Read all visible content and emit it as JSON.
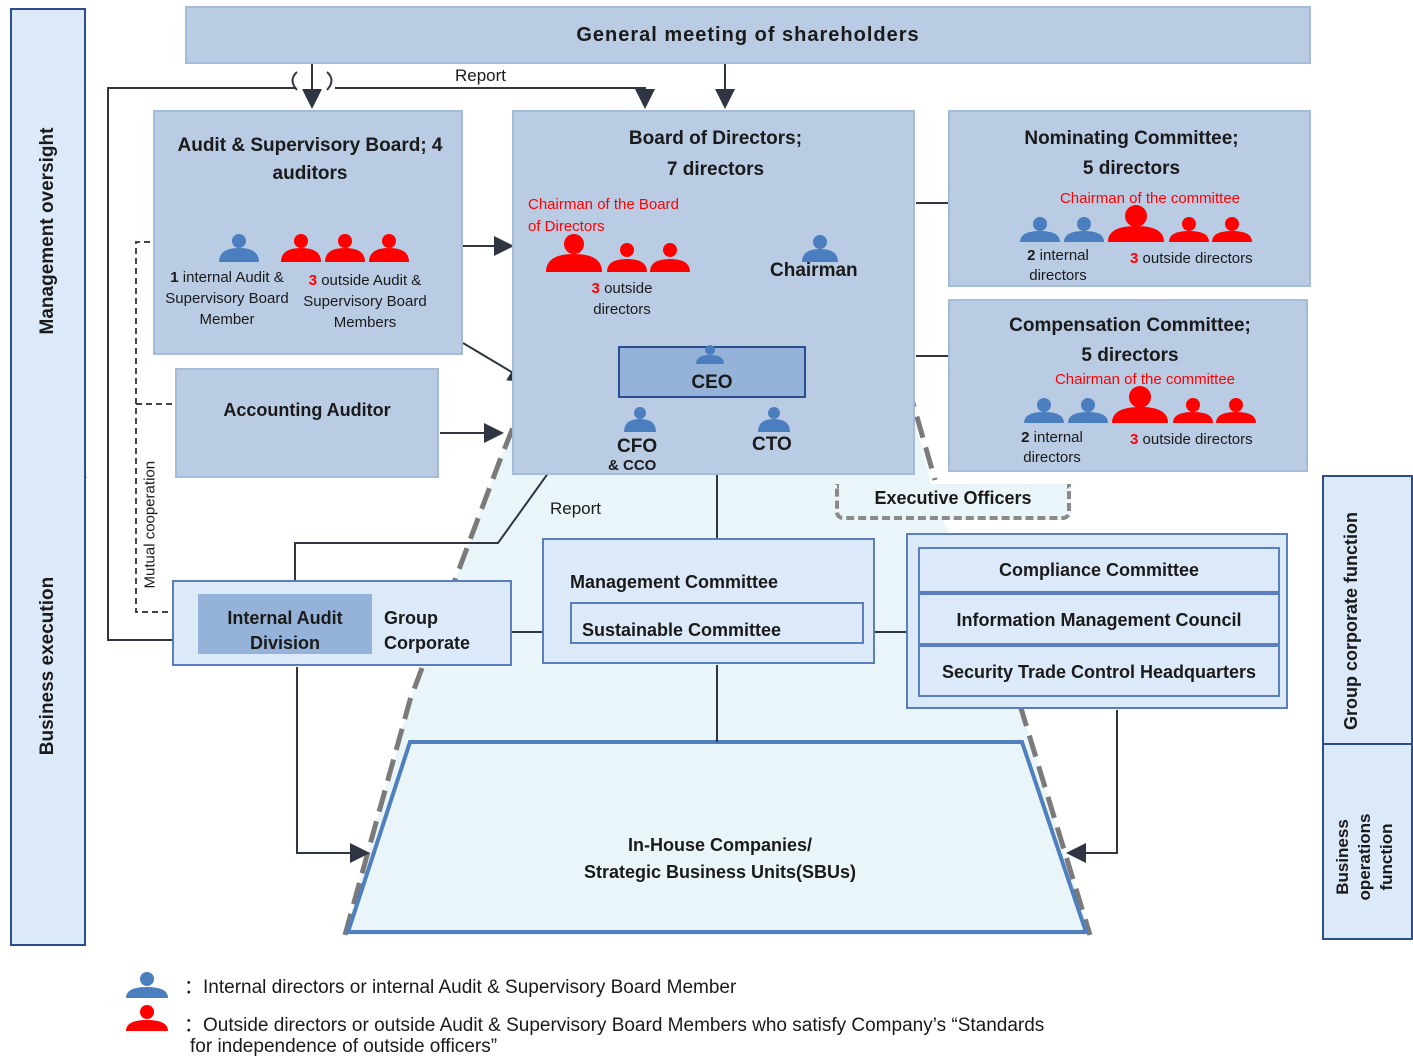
{
  "left_panel": {
    "top_label": "Management oversight",
    "bottom_label": "Business execution"
  },
  "right_panel": {
    "top_label": "Group corporate function",
    "bottom_label": "Business operations function"
  },
  "shareholders": {
    "label": "General meeting of shareholders"
  },
  "report_top": "Report",
  "report_mid": "Report",
  "mutual": "Mutual cooperation",
  "audit_board": {
    "title": "Audit & Supervisory Board; 4 auditors",
    "internal_count": "1",
    "internal_label": "internal Audit & Supervisory Board Member",
    "outside_count": "3",
    "outside_label": "outside Audit & Supervisory Board Members"
  },
  "board": {
    "title_line1": "Board of Directors;",
    "title_line2": "7 directors",
    "chairman_note": "Chairman of the Board of Directors",
    "outside_count": "3",
    "outside_label": "outside directors",
    "chairman_label": "Chairman"
  },
  "nominating": {
    "title_line1": "Nominating Committee;",
    "title_line2": "5 directors",
    "chairman_note": "Chairman of the committee",
    "internal_count": "2",
    "internal_label": "internal directors",
    "outside_count": "3",
    "outside_label": "outside directors"
  },
  "compensation": {
    "title_line1": "Compensation Committee;",
    "title_line2": "5 directors",
    "chairman_note": "Chairman of the committee",
    "internal_count": "2",
    "internal_label": "internal directors",
    "outside_count": "3",
    "outside_label": "outside directors"
  },
  "accounting_auditor": "Accounting Auditor",
  "ceo": "CEO",
  "cfo": "CFO",
  "cco": "& CCO",
  "cto": "CTO",
  "executive_officers": "Executive Officers",
  "internal_audit": {
    "line1": "Internal Audit",
    "line2": "Division"
  },
  "group_corporate": {
    "line1": "Group",
    "line2": "Corporate"
  },
  "management_committee": "Management Committee",
  "sustainable_committee": "Sustainable Committee",
  "compliance_committee": "Compliance Committee",
  "info_council": "Information Management Council",
  "security_hq": "Security Trade Control Headquarters",
  "in_house": {
    "line1": "In-House Companies/",
    "line2": "Strategic Business Units(SBUs)"
  },
  "legend": {
    "internal": "：Internal directors or internal Audit & Supervisory Board Member",
    "outside_line1": "：Outside directors or outside Audit & Supervisory Board Members who satisfy Company’s “Standards",
    "outside_line2": "for independence of outside officers”"
  },
  "colors": {
    "internal": "#4a7ebf",
    "outside": "#ff0000",
    "box_fill": "#b9cce4",
    "light_fill": "#dce9f8",
    "accent": "#5a7fc0"
  }
}
